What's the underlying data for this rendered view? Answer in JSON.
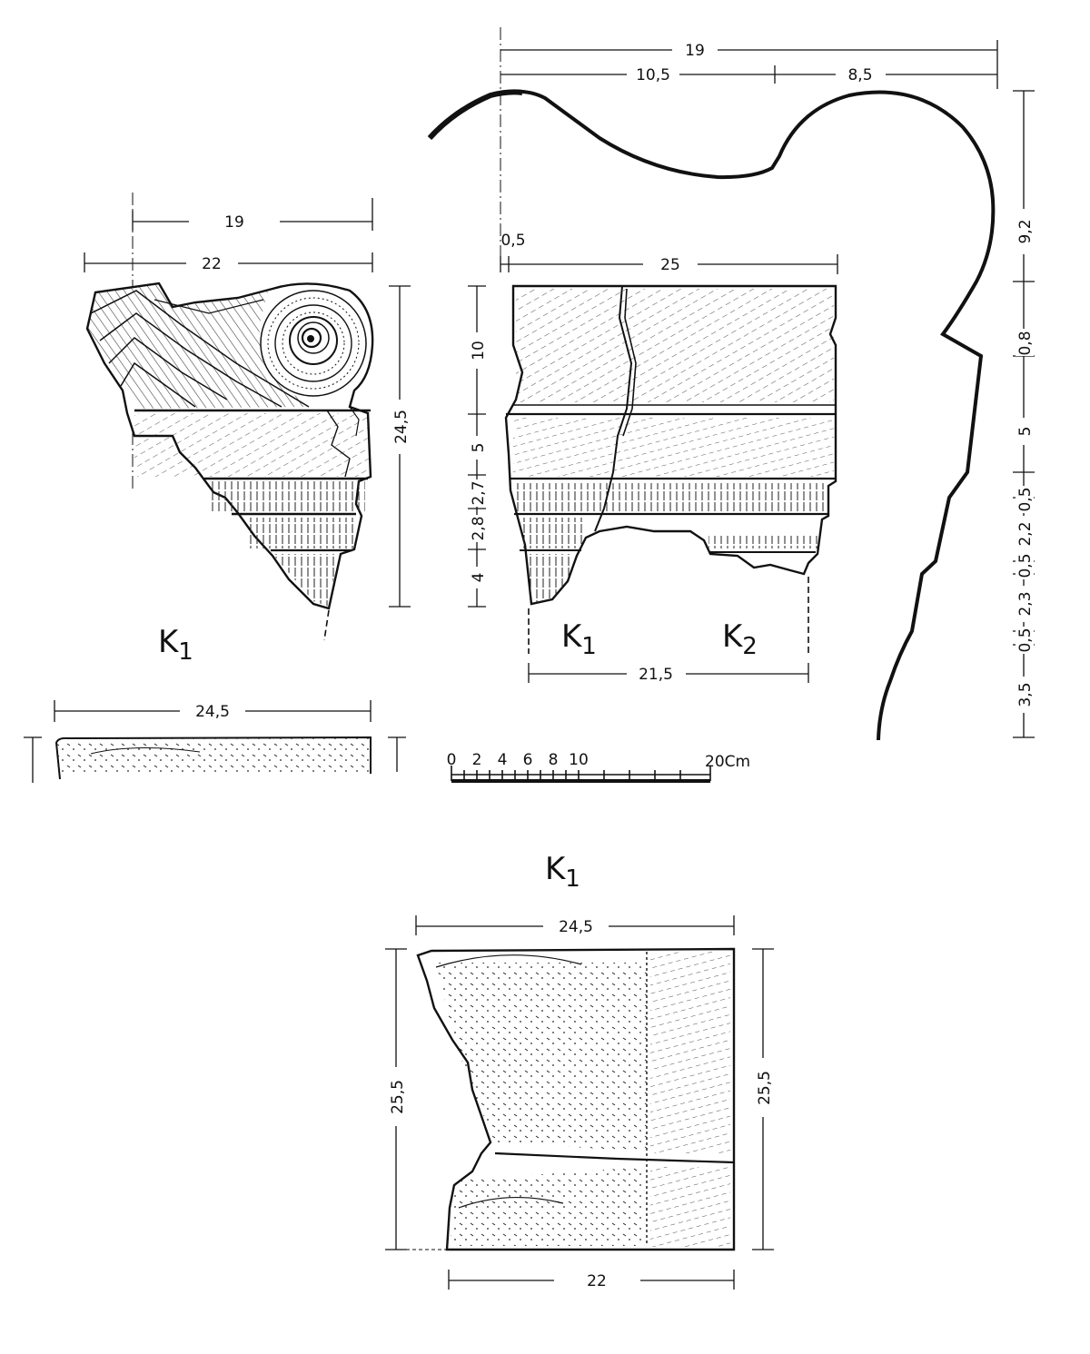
{
  "labels": {
    "k1_top": "K",
    "k1_top_sub": "1",
    "k1_mid": "K",
    "k1_mid_sub": "1",
    "k2_mid": "K",
    "k2_mid_sub": "2",
    "k1_bottom": "K",
    "k1_bottom_sub": "1"
  },
  "capital_k1_front": {
    "width_top": "19",
    "width_full": "22",
    "height": "24,5"
  },
  "capital_k1_top_view": {
    "width": "24,5"
  },
  "capital_k1_k2_front": {
    "offset": "0,5",
    "width": "25",
    "base_width": "21,5",
    "heights": [
      "10",
      "5",
      "2,7",
      "2,8",
      "4"
    ]
  },
  "profile": {
    "width_total": "19",
    "width_left": "10,5",
    "width_right": "8,5",
    "heights": [
      "9,2",
      "0,8",
      "5",
      "0,5",
      "2,2",
      "0,5",
      "2,3",
      "0,5",
      "3,5"
    ]
  },
  "scale_bar": {
    "ticks": [
      "0",
      "2",
      "4",
      "6",
      "8",
      "10"
    ],
    "end_label": "20Cm"
  },
  "capital_k1_side": {
    "width_top": "24,5",
    "width_bottom": "22",
    "height_left": "25,5",
    "height_right": "25,5"
  }
}
